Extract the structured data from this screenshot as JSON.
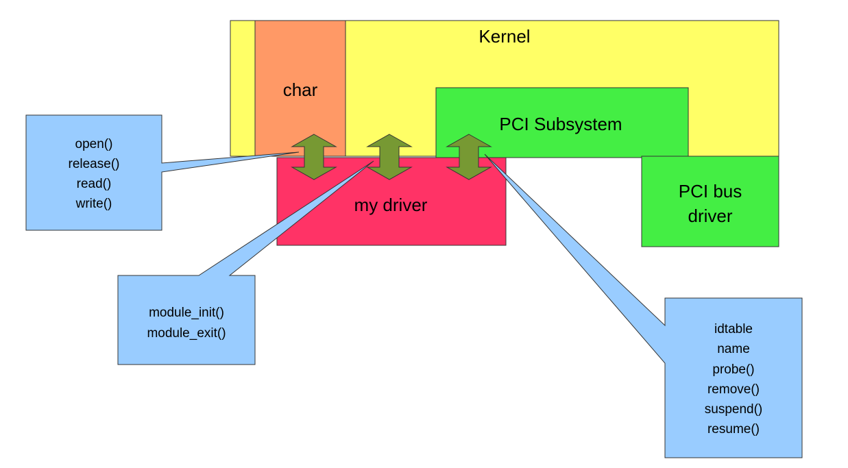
{
  "diagram": {
    "kernel": {
      "label": "Kernel",
      "color": "#ffff66"
    },
    "char": {
      "label": "char",
      "color": "#ff9966"
    },
    "pci_subsystem": {
      "label": "PCI Subsystem",
      "color": "#44ee44"
    },
    "pci_bus_driver": {
      "label_lines": [
        "PCI bus",
        "driver"
      ],
      "color": "#44ee44"
    },
    "my_driver": {
      "label": "my driver",
      "color": "#ff3366"
    },
    "arrow_color": "#779933",
    "callout_color": "#99ccff",
    "callouts": {
      "char_ops": {
        "lines": [
          "open()",
          "release()",
          "read()",
          "write()"
        ]
      },
      "module": {
        "lines": [
          "module_init()",
          "module_exit()"
        ]
      },
      "pci_ops": {
        "lines": [
          "idtable",
          "name",
          "probe()",
          "remove()",
          "suspend()",
          "resume()"
        ]
      }
    }
  }
}
